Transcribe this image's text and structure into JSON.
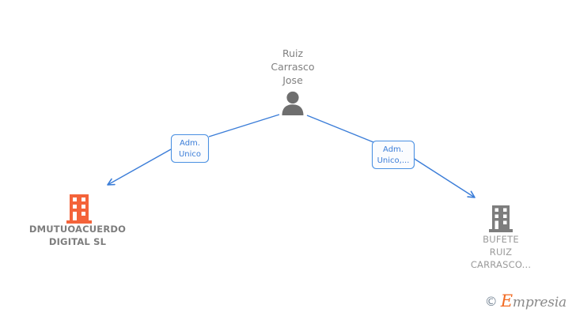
{
  "diagram": {
    "type": "org-relationship-tree",
    "background_color": "#ffffff",
    "accent_color": "#3b7dd8",
    "person_icon_color": "#6e6e6e",
    "company_active_color": "#f4633a",
    "company_inactive_color": "#7d7d7d",
    "person": {
      "icon": "person-icon",
      "name_lines": [
        "Ruiz",
        "Carrasco",
        "Jose"
      ],
      "full_name": "Ruiz Carrasco Jose"
    },
    "edges": [
      {
        "id": "edge-left",
        "label_lines": [
          "Adm.",
          "Unico"
        ],
        "label_text": "Adm. Unico",
        "from": "Ruiz Carrasco Jose",
        "to": "DMUTUOACUERDO DIGITAL  SL",
        "direction": "down-left"
      },
      {
        "id": "edge-right",
        "label_lines": [
          "Adm.",
          "Unico,..."
        ],
        "label_text": "Adm. Unico,...",
        "from": "Ruiz Carrasco Jose",
        "to": "BUFETE RUIZ CARRASCO...",
        "direction": "down-right"
      }
    ],
    "companies": [
      {
        "id": "company-left",
        "icon": "building-icon",
        "icon_color": "#f4633a",
        "name_lines": [
          "DMUTUOACUERDO",
          "DIGITAL  SL"
        ],
        "name": "DMUTUOACUERDO DIGITAL  SL"
      },
      {
        "id": "company-right",
        "icon": "building-icon",
        "icon_color": "#7d7d7d",
        "name_lines": [
          "BUFETE",
          "RUIZ",
          "CARRASCO..."
        ],
        "name": "BUFETE RUIZ CARRASCO..."
      }
    ]
  },
  "watermark": {
    "copyright_symbol": "©",
    "brand_initial": "E",
    "brand_rest": "mpresia",
    "brand": "Empresia"
  }
}
